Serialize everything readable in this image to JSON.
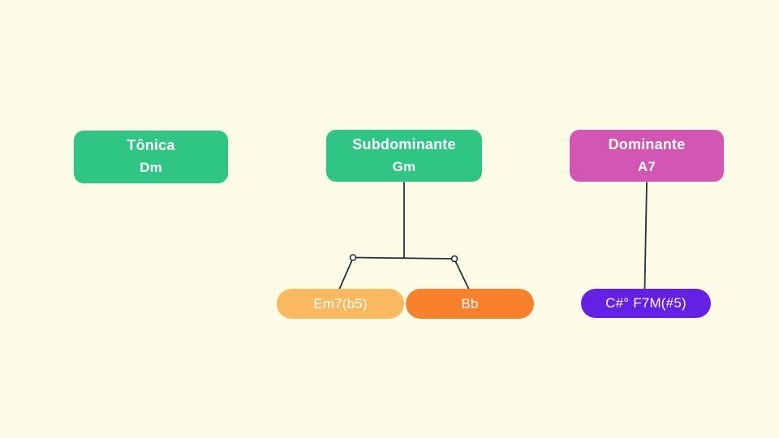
{
  "colors": {
    "bg": "#FCFBE6",
    "green": "#2FC585",
    "pink": "#D355B4",
    "orange-light": "#FBB95F",
    "orange": "#F9812C",
    "purple": "#6520E5",
    "line": "#243139",
    "node-text": "#FFFFFF",
    "handle-fill": "#FFFEF4"
  },
  "nodes": {
    "tonica": {
      "title": "Tônica",
      "chord": "Dm"
    },
    "subdominante": {
      "title": "Subdominante",
      "chord": "Gm"
    },
    "dominante": {
      "title": "Dominante",
      "chord": "A7"
    },
    "em7b5": {
      "label": "Em7(b5)"
    },
    "bb": {
      "label": "Bb"
    },
    "csharp_f7m": {
      "label": "C#° F7M(#5)"
    }
  }
}
